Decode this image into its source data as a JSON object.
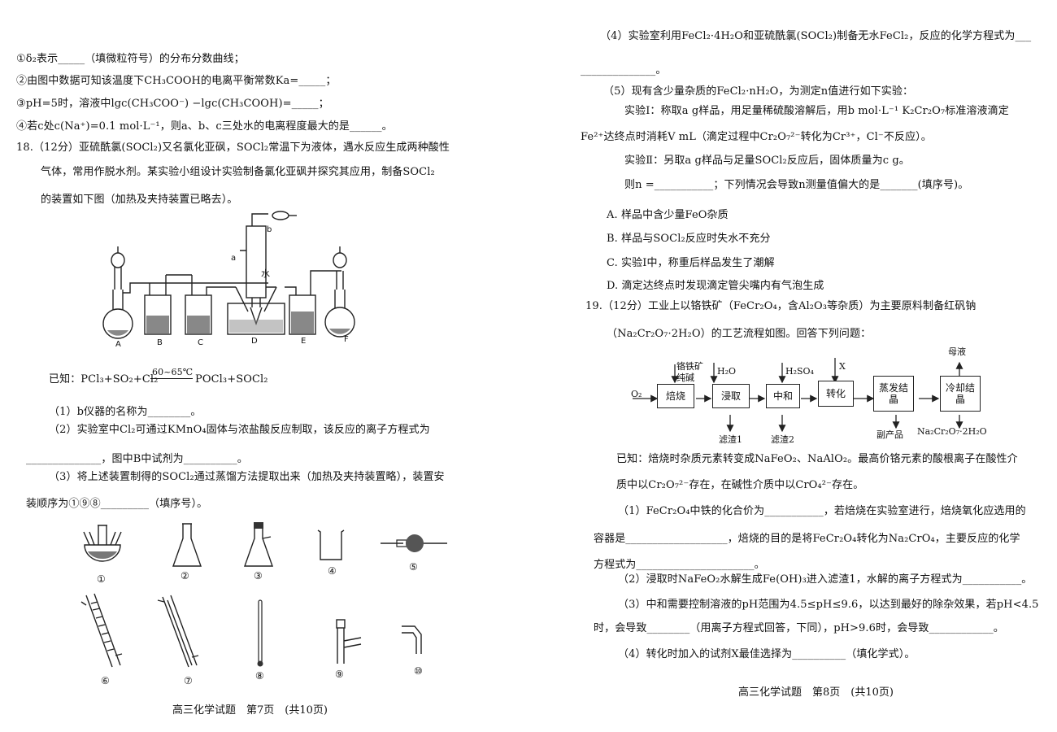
{
  "page7": {
    "lines": [
      "①δ₂表示_____（填微粒符号）的分布分数曲线；",
      "②由图中数据可知该温度下CH₃COOH的电离平衡常数Ka=_____；",
      "③pH=5时，溶液中lgc(CH₃COO⁻) −lgc(CH₃COOH)=_____；",
      "④若c处c(Na⁺)=0.1 mol·L⁻¹，则a、b、c三处水的电离程度最大的是______。",
      "18.（12分）亚硫酰氯(SOCl₂)又名氯化亚砜，SOCl₂常温下为液体，遇水反应生成两种酸性",
      "气体，常用作脱水剂。某实验小组设计实验制备氯化亚砜并探究其应用，制备SOCl₂",
      "的装置如下图（加热及夹持装置已略去）。"
    ],
    "apparatus_labels": [
      "A",
      "B",
      "C",
      "D",
      "E",
      "F",
      "a",
      "b",
      "水"
    ],
    "known_prefix": "已知：PCl₃+SO₂+Cl₂",
    "known_condition": "60~65℃",
    "known_suffix": "POCl₃+SOCl₂",
    "q1": "（1）b仪器的名称为________。",
    "q2a": "（2）实验室中Cl₂可通过KMnO₄固体与浓盐酸反应制取，该反应的离子方程式为",
    "q2b": "______________，图中B中试剂为__________。",
    "q3a": "（3）将上述装置制得的SOCl₂通过蒸馏方法提取出来（加热及夹持装置略），装置安",
    "q3b": "装顺序为①⑨⑧_________（填序号）。",
    "equipment_labels": [
      "①",
      "②",
      "③",
      "④",
      "⑤",
      "⑥",
      "⑦",
      "⑧",
      "⑨",
      "⑩"
    ],
    "footer": "高三化学试题　第7页　(共10页)"
  },
  "page8": {
    "lines": [
      "（4）实验室利用FeCl₂·4H₂O和亚硫酰氯(SOCl₂)制备无水FeCl₂，反应的化学方程式为___",
      "______________。",
      "（5）现有含少量杂质的FeCl₂·nH₂O，为测定n值进行如下实验：",
      "实验Ⅰ：称取a g样品，用足量稀硫酸溶解后，用b mol·L⁻¹ K₂Cr₂O₇标准溶液滴定",
      "Fe²⁺达终点时消耗V mL（滴定过程中Cr₂O₇²⁻转化为Cr³⁺，Cl⁻不反应）。",
      "实验Ⅱ：另取a g样品与足量SOCl₂反应后，固体质量为c g。",
      "则n =___________；下列情况会导致n测量值偏大的是_______(填序号)。",
      "A. 样品中含少量FeO杂质",
      "B. 样品与SOCl₂反应时失水不充分",
      "C. 实验Ⅰ中，称重后样品发生了潮解",
      "D. 滴定达终点时发现滴定管尖嘴内有气泡生成",
      "19.（12分）工业上以铬铁矿（FeCr₂O₄，含Al₂O₃等杂质）为主要原料制备红矾钠",
      "（Na₂Cr₂O₇·2H₂O）的工艺流程如图。回答下列问题："
    ],
    "flow": {
      "o2": "O₂",
      "steps": [
        "焙烧",
        "浸取",
        "中和",
        "转化",
        "蒸发结晶",
        "冷却结晶"
      ],
      "inputs": [
        "铬铁矿",
        "纯碱",
        "H₂O",
        "H₂SO₄",
        "X"
      ],
      "outputs": [
        "滤渣1",
        "滤渣2",
        "副产品",
        "Na₂Cr₂O₇·2H₂O",
        "母液"
      ]
    },
    "known_lines": [
      "已知：焙烧时杂质元素转变成NaFeO₂、NaAlO₂。最高价铬元素的酸根离子在酸性介",
      "质中以Cr₂O₇²⁻存在，在碱性介质中以CrO₄²⁻存在。"
    ],
    "questions": [
      "（1）FeCr₂O₄中铁的化合价为___________，若焙烧在实验室进行，焙烧氧化应选用的",
      "容器是___________________，焙烧的目的是将FeCr₂O₄转化为Na₂CrO₄，主要反应的化学",
      "方程式为______________________。",
      "（2）浸取时NaFeO₂水解生成Fe(OH)₃进入滤渣1，水解的离子方程式为___________。",
      "（3）中和需要控制溶液的pH范围为4.5≤pH≤9.6，以达到最好的除杂效果，若pH<4.5",
      "时，会导致________（用离子方程式回答，下同），pH>9.6时，会导致____________。",
      "（4）转化时加入的试剂X最佳选择为__________（填化学式）。"
    ],
    "footer": "高三化学试题　第8页　(共10页)"
  }
}
